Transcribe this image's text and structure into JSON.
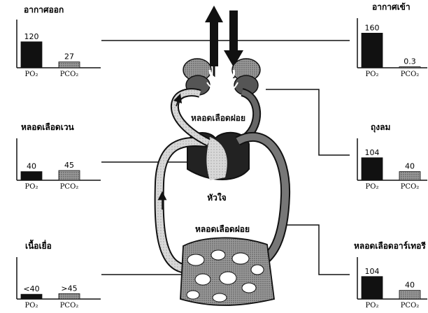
{
  "figure": {
    "center_labels": {
      "top_capillary": "หลอดเลือดฝอย",
      "heart": "หัวใจ",
      "bottom_capillary": "หลอดเลือดฝอย"
    },
    "panels": [
      {
        "id": "expired",
        "title": "อากาศออก",
        "bars": [
          {
            "label": "PO₂",
            "value": "120"
          },
          {
            "label": "PCO₂",
            "value": "27"
          }
        ]
      },
      {
        "id": "venous",
        "title": "หลอดเลือดเวน",
        "bars": [
          {
            "label": "PO₂",
            "value": "40"
          },
          {
            "label": "PCO₂",
            "value": "45"
          }
        ]
      },
      {
        "id": "tissue",
        "title": "เนื้อเยื่อ",
        "bars": [
          {
            "label": "PO₂",
            "value": "<40"
          },
          {
            "label": "PCO₂",
            "value": ">45"
          }
        ]
      },
      {
        "id": "inspired",
        "title": "อากาศเข้า",
        "bars": [
          {
            "label": "PO₂",
            "value": "160"
          },
          {
            "label": "PCO₂",
            "value": "0.3"
          }
        ]
      },
      {
        "id": "alveoli",
        "title": "ถุงลม",
        "bars": [
          {
            "label": "PO₂",
            "value": "104"
          },
          {
            "label": "PCO₂",
            "value": "40"
          }
        ]
      },
      {
        "id": "arterial",
        "title": "หลอดเลือดอาร์เทอรี",
        "bars": [
          {
            "label": "PO₂",
            "value": "104"
          },
          {
            "label": "PCO₂",
            "value": "40"
          }
        ]
      }
    ]
  }
}
